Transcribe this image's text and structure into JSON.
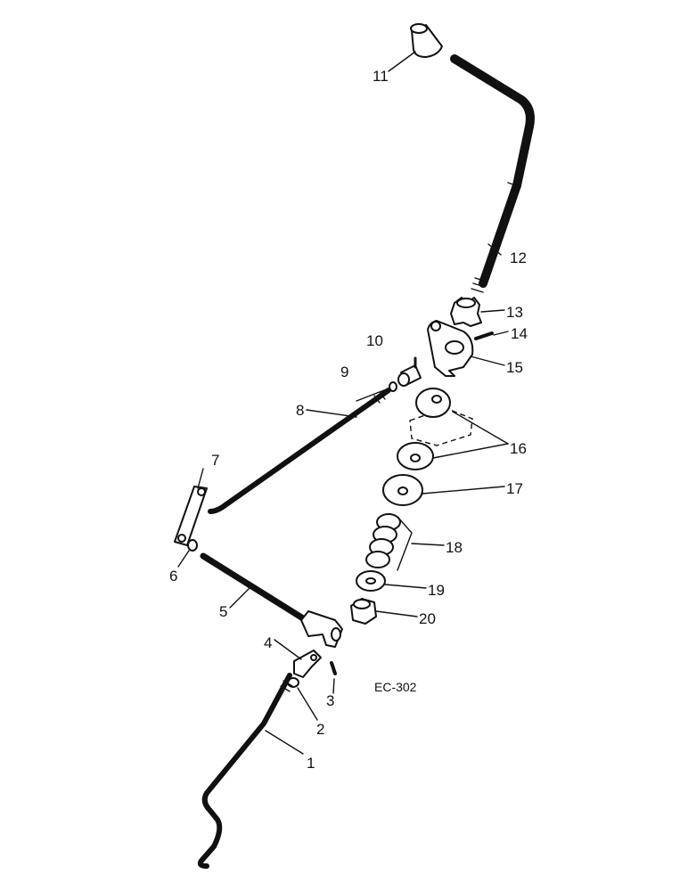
{
  "diagram_code": "EC-302",
  "callouts": [
    "1",
    "2",
    "3",
    "4",
    "5",
    "6",
    "7",
    "8",
    "9",
    "10",
    "11",
    "12",
    "13",
    "14",
    "15",
    "16",
    "17",
    "18",
    "19",
    "20"
  ]
}
